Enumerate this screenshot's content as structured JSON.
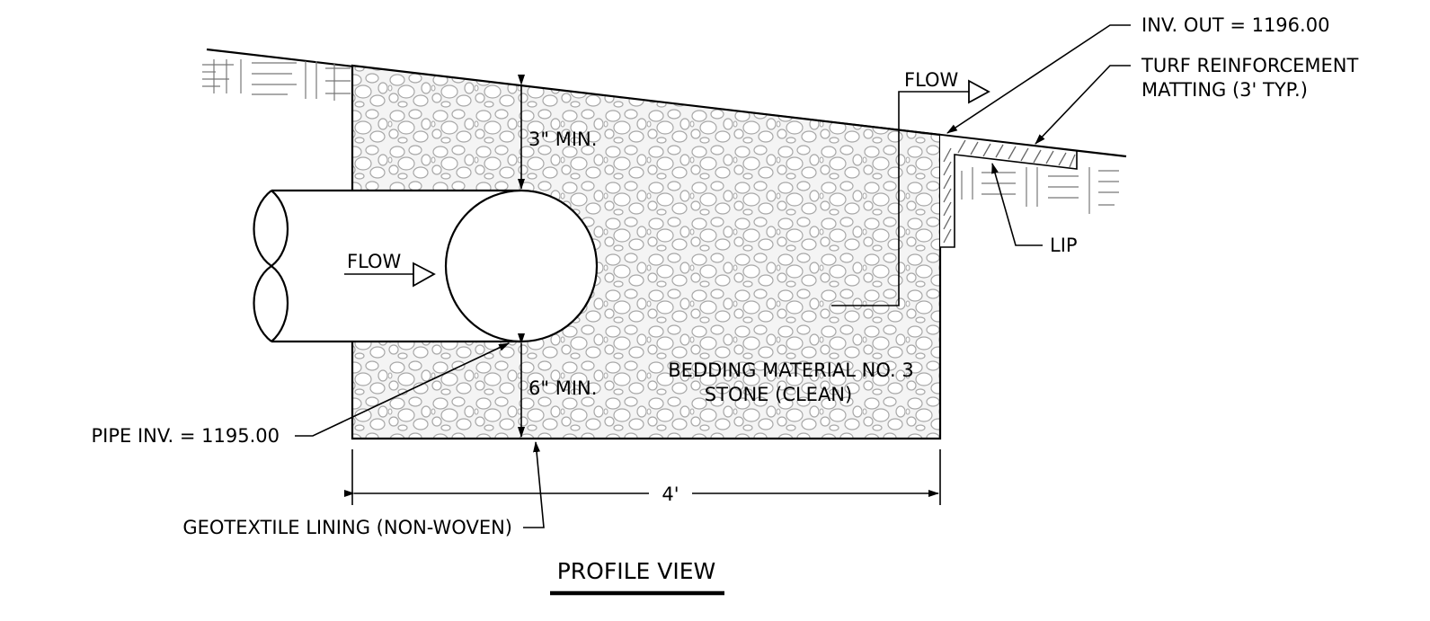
{
  "view_title": "PROFILE VIEW",
  "labels": {
    "inv_out": "INV. OUT = 1196.00",
    "turf_line1": "TURF REINFORCEMENT",
    "turf_line2": "MATTING (3' TYP.)",
    "flow_top": "FLOW",
    "flow_pipe": "FLOW",
    "three_min": "3\" MIN.",
    "six_min": "6\" MIN.",
    "bedding_line1": "BEDDING MATERIAL NO. 3",
    "bedding_line2": "STONE (CLEAN)",
    "lip": "LIP",
    "pipe_inv": "PIPE INV. = 1195.00",
    "geotextile": "GEOTEXTILE LINING (NON-WOVEN)",
    "width_dim": "4'"
  },
  "colors": {
    "line": "#000000",
    "stone_fill": "#d9d9d9",
    "stone_outline": "#a8a8a8",
    "hatch": "#777777"
  }
}
